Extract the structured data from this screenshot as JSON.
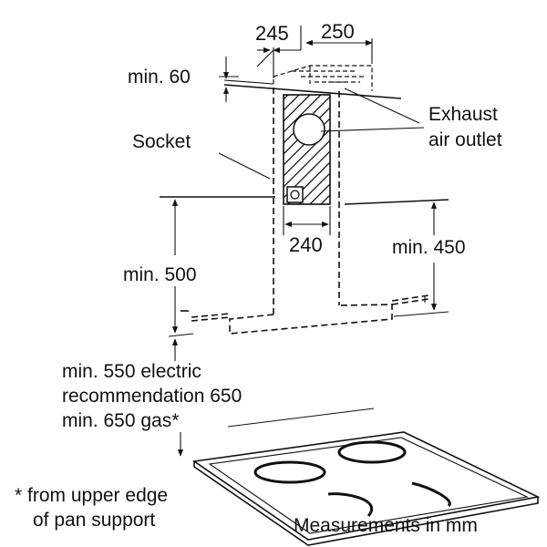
{
  "labels": {
    "dim_245": "245",
    "dim_250": "250",
    "min_60": "min. 60",
    "exhaust_line1": "Exhaust",
    "exhaust_line2": "air outlet",
    "socket": "Socket",
    "dim_240": "240",
    "min_450": "min. 450",
    "min_500": "min. 500",
    "note_line1": "min. 550 electric",
    "note_line2": "recommendation 650",
    "note_line3": "min. 650 gas*",
    "footnote_line1": "* from upper edge",
    "footnote_line2": "of pan support",
    "units": "Measurements in mm"
  }
}
